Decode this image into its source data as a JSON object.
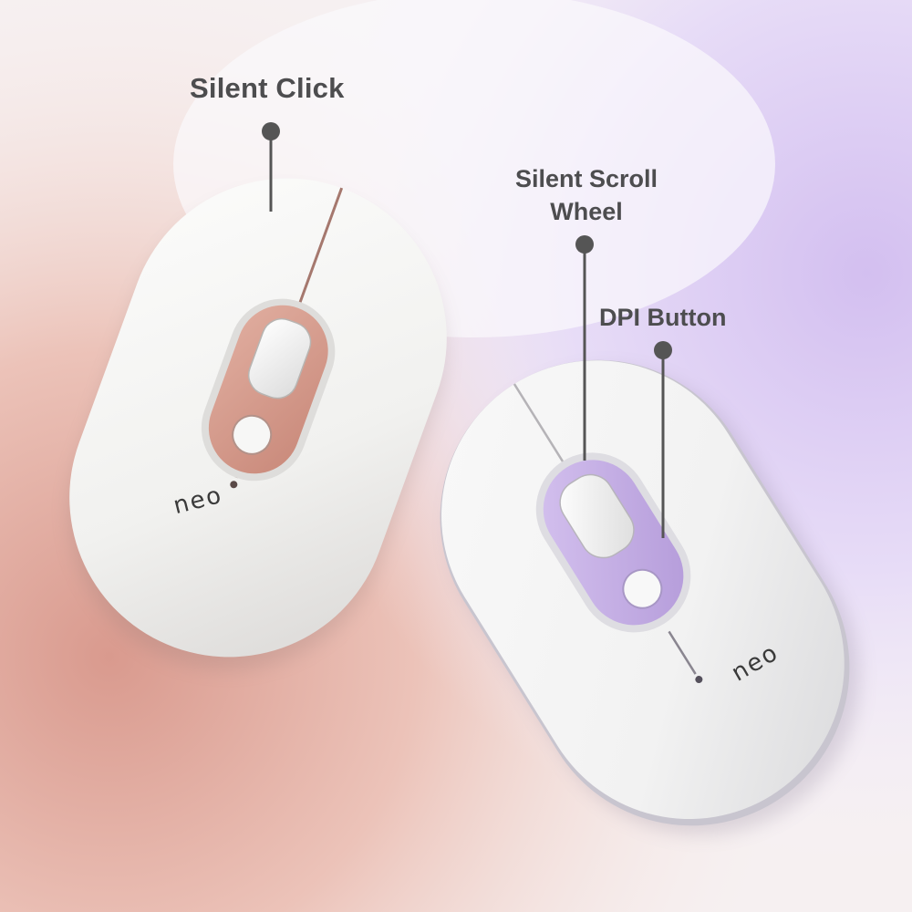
{
  "callouts": {
    "silent_click": "Silent Click",
    "scroll_line1": "Silent Scroll",
    "scroll_line2": "Wheel",
    "dpi_button": "DPI Button"
  },
  "brand": {
    "left_logo": "neo",
    "right_logo": "neo"
  },
  "colors": {
    "label_text": "#4d4d4f",
    "leader_line": "#555555",
    "mouse_body": "#f4f4f2",
    "left_accent_rose": "#d9a192",
    "right_accent_lilac": "#c9b3e6",
    "background_rose": "#e9b8ad",
    "background_lilac": "#dccdf2"
  }
}
